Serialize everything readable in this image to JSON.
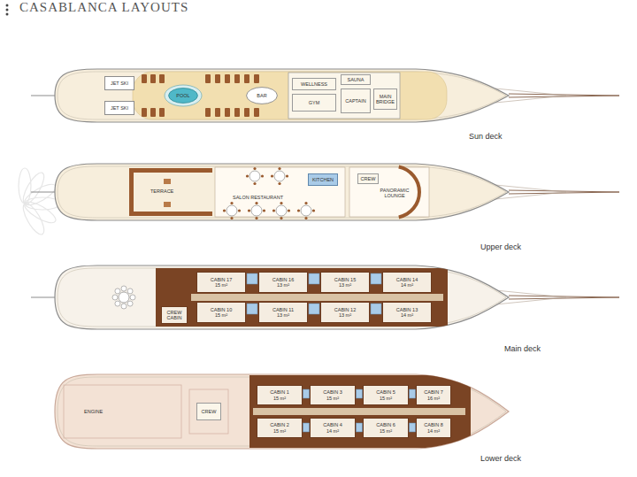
{
  "diagram": {
    "title": "CASABLANCA LAYOUTS",
    "nodes": [
      {
        "text": [
          "JET SKI"
        ]
      },
      {
        "text": [
          "JET SKI"
        ]
      },
      {
        "text": [
          "POOL"
        ]
      },
      {
        "text": [
          "BAR"
        ]
      },
      {
        "text": [
          "WELLNESS"
        ]
      },
      {
        "text": [
          "GYM"
        ]
      },
      {
        "text": [
          "SAUNA"
        ]
      },
      {
        "text": [
          "CAPTAIN"
        ]
      },
      {
        "text": [
          "MAIN BRIDGE"
        ]
      },
      {
        "text": [
          "KITCHEN"
        ]
      },
      {
        "text": [
          "CREW"
        ]
      },
      {
        "text": [
          "CREW CABIN"
        ]
      },
      {
        "text": [
          "CABIN 17",
          "15 m²"
        ]
      },
      {
        "text": [
          "CABIN 16",
          "13 m²"
        ]
      },
      {
        "text": [
          "CABIN 15",
          "13 m²"
        ]
      },
      {
        "text": [
          "CABIN 14",
          "14 m²"
        ]
      },
      {
        "text": [
          "CABIN 10",
          "15 m²"
        ]
      },
      {
        "text": [
          "CABIN 11",
          "13 m²"
        ]
      },
      {
        "text": [
          "CABIN 12",
          "13 m²"
        ]
      },
      {
        "text": [
          "CABIN 13",
          "14 m²"
        ]
      },
      {
        "text": [
          "CREW"
        ]
      },
      {
        "text": [
          "CABIN 1",
          "15 m²"
        ]
      },
      {
        "text": [
          "CABIN 3",
          "15 m²"
        ]
      },
      {
        "text": [
          "CABIN 5",
          "15 m²"
        ]
      },
      {
        "text": [
          "CABIN 7",
          "16 m²"
        ]
      },
      {
        "text": [
          "CABIN 2",
          "15 m²"
        ]
      },
      {
        "text": [
          "CABIN 4",
          "14 m²"
        ]
      },
      {
        "text": [
          "CABIN 6",
          "15 m²"
        ]
      },
      {
        "text": [
          "CABIN 8",
          "14 m²"
        ]
      }
    ],
    "labels": [
      "Sun deck",
      "TERRACE",
      "SALON RESTAURANT",
      "PANORAMIC LOUNGE",
      "Upper deck",
      "Main deck",
      "ENGINE",
      "Lower deck"
    ]
  }
}
